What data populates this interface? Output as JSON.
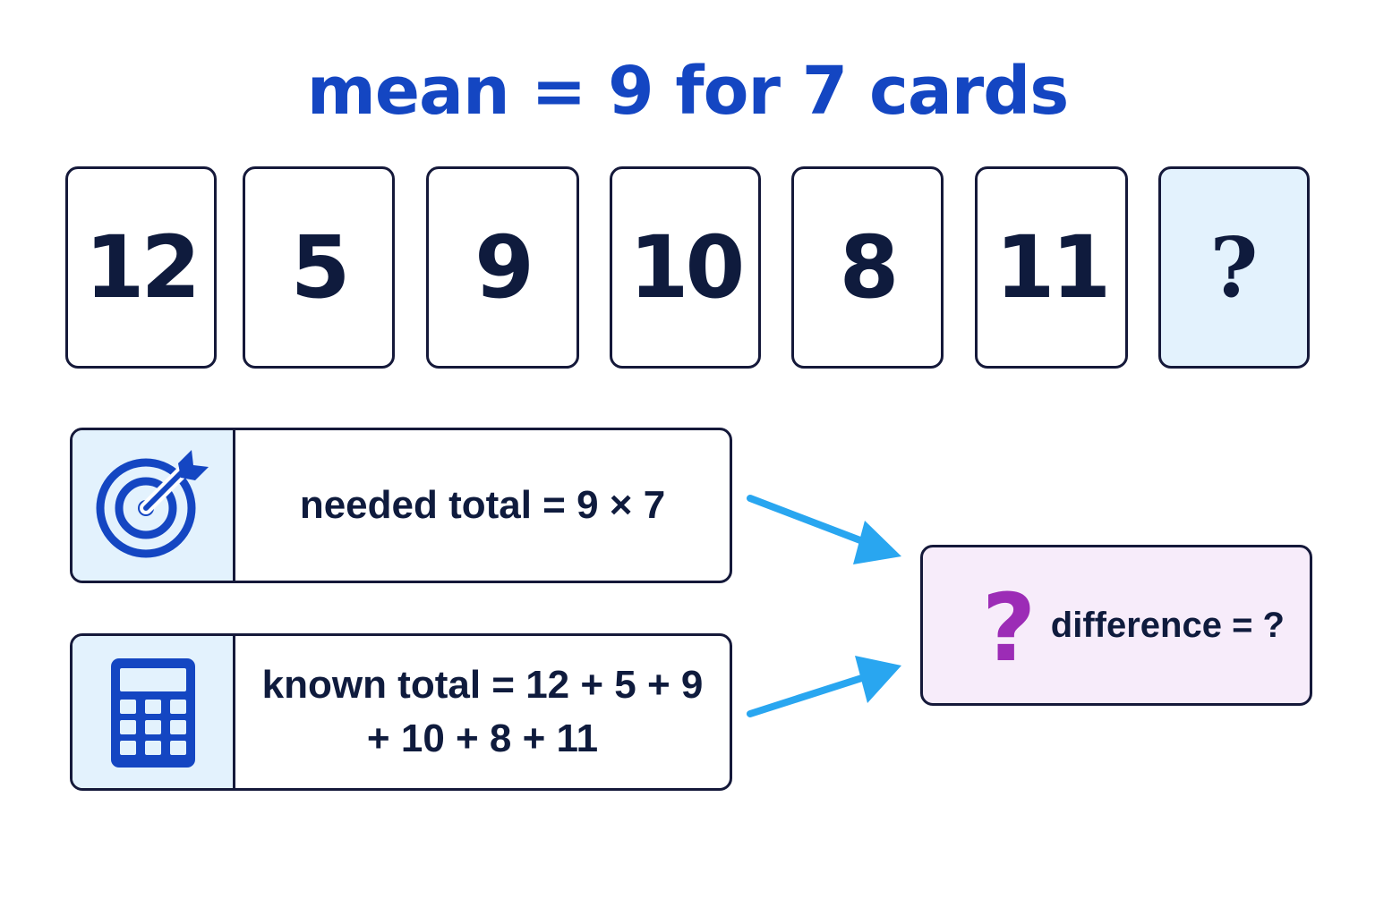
{
  "title": "mean = 9 for 7 cards",
  "cards": [
    "12",
    "5",
    "9",
    "10",
    "8",
    "11",
    "?"
  ],
  "steps": {
    "needed_total": {
      "icon": "target-icon",
      "text": "needed total = 9 × 7"
    },
    "known_total": {
      "icon": "calculator-icon",
      "text": "known total = 12 + 5 + 9 + 10 + 8 + 11"
    }
  },
  "result": {
    "icon": "question-mark-icon",
    "symbol": "?",
    "text": "difference = ?"
  },
  "colors": {
    "title": "#1446c2",
    "ink": "#0f1b3d",
    "card_unknown_fill": "#e3f2fd",
    "icon_cell_fill": "#e3f2fd",
    "icon_blue": "#1446c2",
    "arrow": "#29a6f0",
    "result_fill": "#f7ecfa",
    "result_icon": "#9c2cb6"
  }
}
